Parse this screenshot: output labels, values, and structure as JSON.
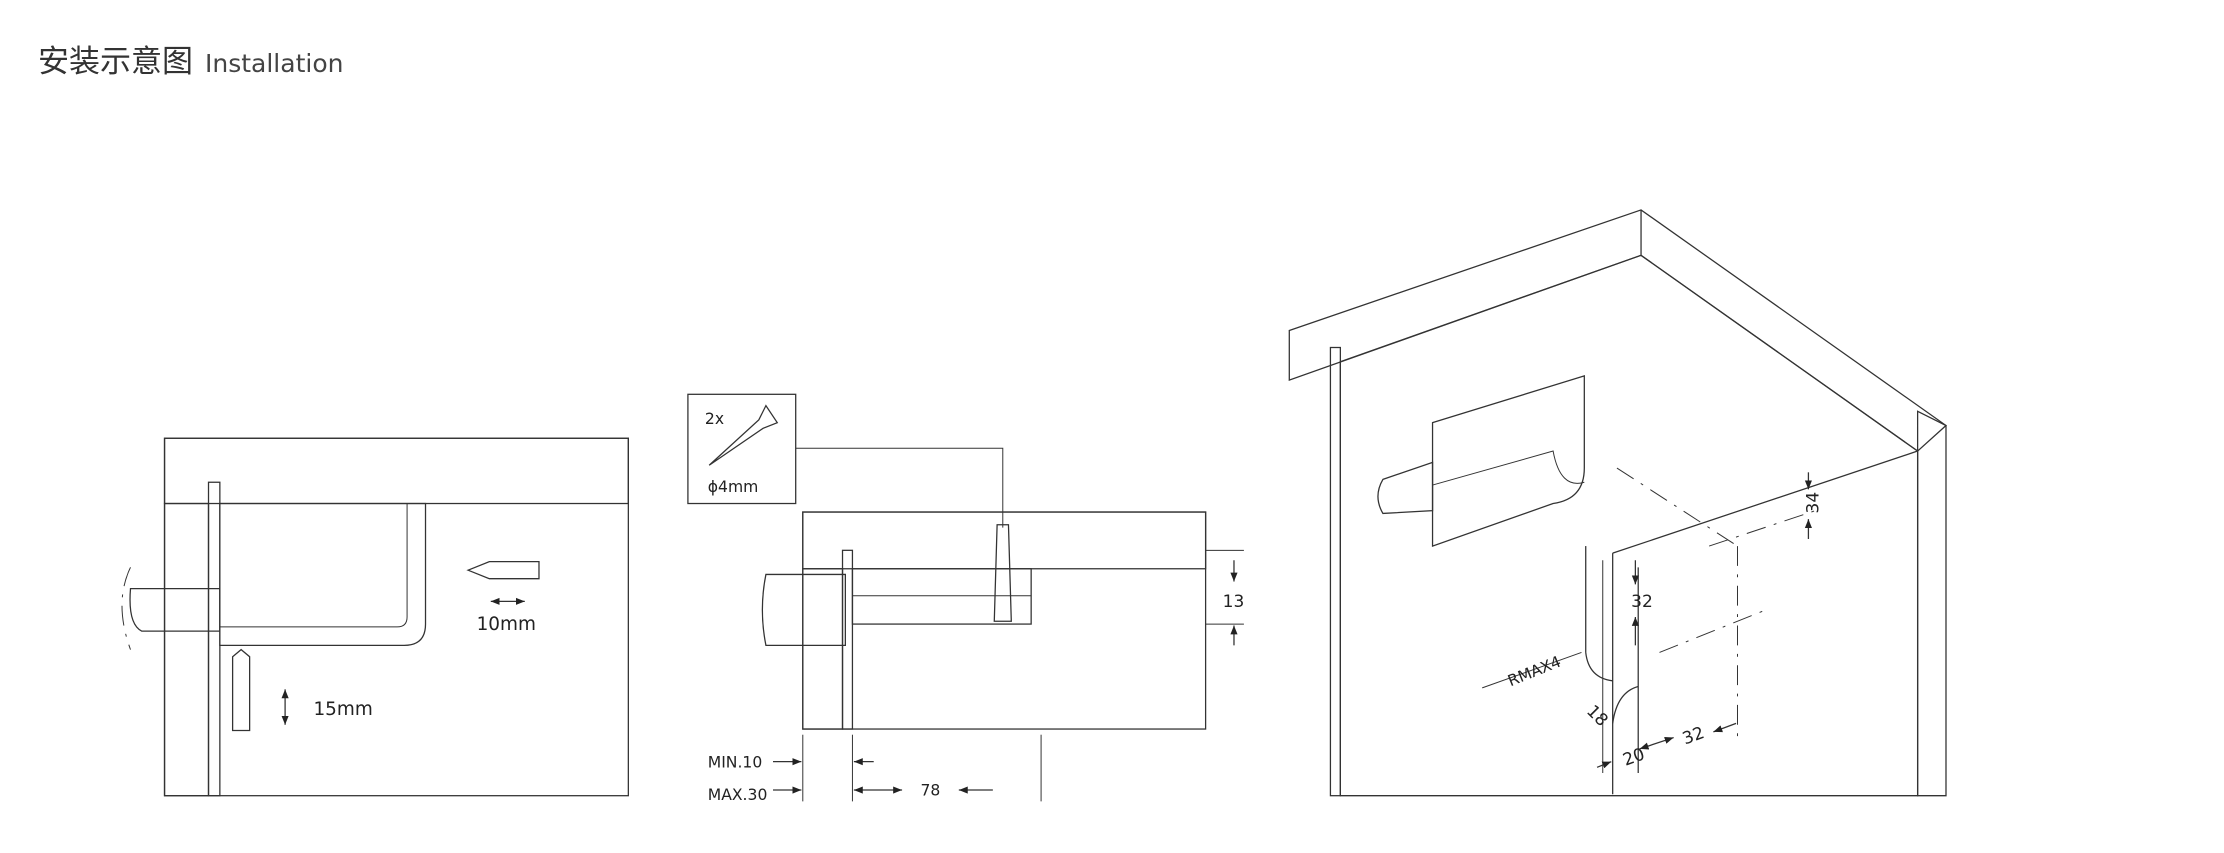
{
  "header": {
    "title_zh": "安装示意图",
    "title_en": "Installation"
  },
  "colors": {
    "wall": "#fbeccb",
    "board": "#fbe08f",
    "metal": "#d5d8db",
    "line": "#333333"
  },
  "diagram1": {
    "label_horizontal": "10mm",
    "label_vertical": "15mm"
  },
  "diagram2": {
    "screw_qty": "2x",
    "screw_size": "ϕ4mm",
    "dim_height": "13",
    "dim_min": "MIN.10",
    "dim_max": "MAX.30",
    "dim_depth": "78"
  },
  "diagram3": {
    "dim_34": "34",
    "dim_32_vertical": "32",
    "radius": "RMAX4",
    "dim_18": "18",
    "dim_20": "20",
    "dim_32_horizontal": "32"
  }
}
